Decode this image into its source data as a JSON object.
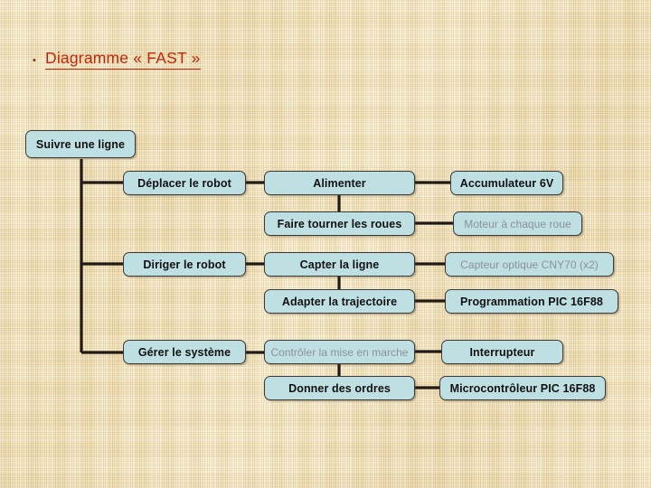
{
  "slide": {
    "title": "Diagramme « FAST »",
    "bullet_glyph": "•",
    "title_color": "#cc2200",
    "background_color": "#ecd9a4"
  },
  "diagram": {
    "node_fill": "#bfe0e3",
    "node_border": "#3a3a3a",
    "connector_color": "#221a14",
    "root": {
      "label": "Suivre une ligne"
    },
    "functions": [
      {
        "label": "Déplacer le robot"
      },
      {
        "label": "Diriger le robot"
      },
      {
        "label": "Gérer le système"
      }
    ],
    "sub_functions": [
      {
        "label": "Alimenter",
        "style": "strong"
      },
      {
        "label": "Faire tourner les roues",
        "style": "strong"
      },
      {
        "label": "Capter la ligne",
        "style": "strong"
      },
      {
        "label": "Adapter la trajectoire",
        "style": "strong"
      },
      {
        "label": "Contrôler la mise en marche",
        "style": "faint"
      },
      {
        "label": "Donner des ordres",
        "style": "strong"
      }
    ],
    "solutions": [
      {
        "label": "Accumulateur 6V",
        "style": "strong"
      },
      {
        "label": "Moteur à chaque roue",
        "style": "faint"
      },
      {
        "label": "Capteur optique CNY70 (x2)",
        "style": "faint"
      },
      {
        "label": "Programmation PIC 16F88",
        "style": "strong"
      },
      {
        "label": "Interrupteur",
        "style": "strong"
      },
      {
        "label": "Microcontrôleur PIC 16F88",
        "style": "strong"
      }
    ]
  }
}
